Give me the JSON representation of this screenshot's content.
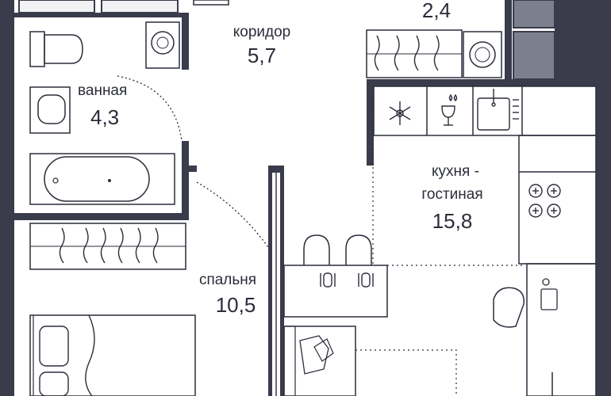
{
  "plan": {
    "wall_color": "#3a3c4c",
    "fixture_color": "#2b2d3a",
    "window_fill": "#7b7f8e",
    "rooms": {
      "corridor": {
        "name": "коридор",
        "area": "5,7"
      },
      "bathroom": {
        "name": "ванная",
        "area": "4,3"
      },
      "bedroom": {
        "name": "спальня",
        "area": "10,5"
      },
      "kitchen_living": {
        "name": "кухня -",
        "name2": "гостиная",
        "area": "15,8"
      },
      "storage": {
        "area": "2,4"
      }
    }
  }
}
